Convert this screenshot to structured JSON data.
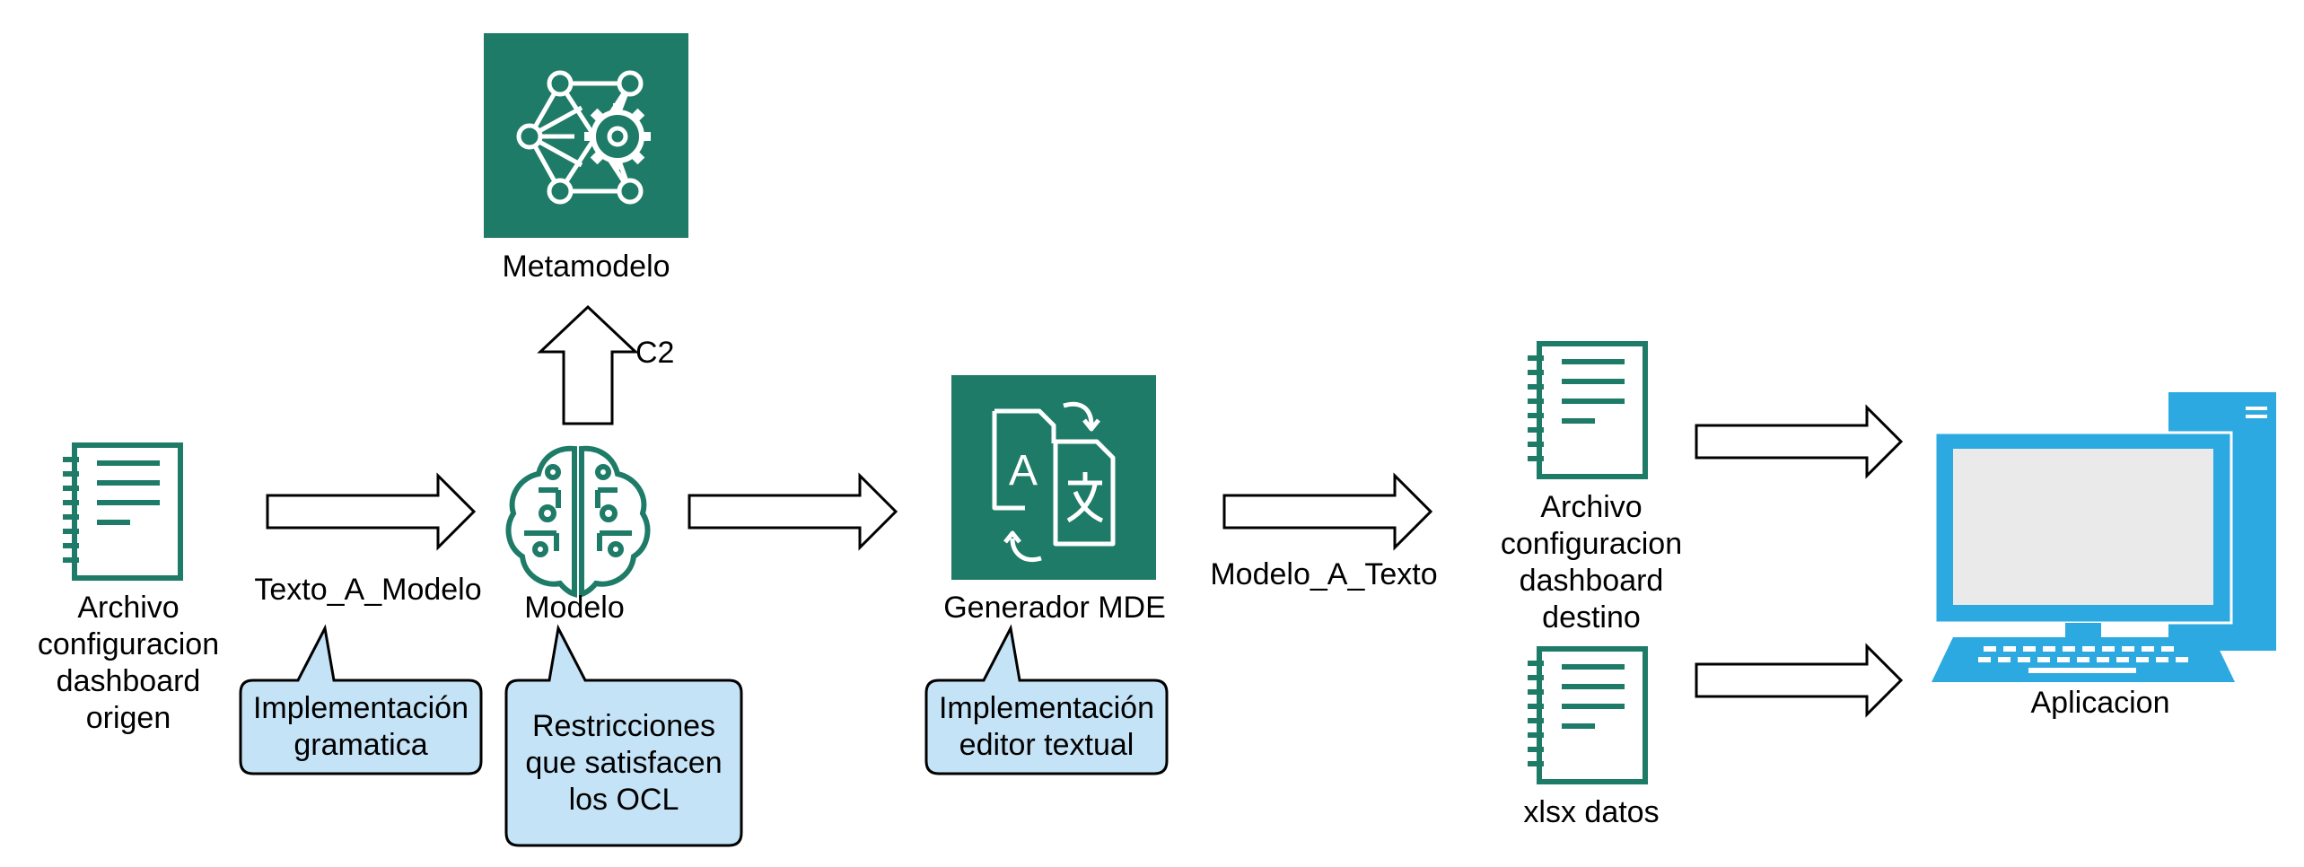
{
  "colors": {
    "icon_green": "#1e7b67",
    "callout_fill": "#c5e3f6",
    "computer_blue": "#2ba9e0"
  },
  "nodes": {
    "metamodelo": {
      "label": "Metamodelo",
      "icon": "neural-network-gear-icon"
    },
    "archivo_origen": {
      "label": "Archivo\nconfiguracion\ndashboard\norigen",
      "icon": "notebook-icon"
    },
    "modelo": {
      "label": "Modelo",
      "icon": "brain-circuit-icon"
    },
    "generador": {
      "label": "Generador MDE",
      "icon": "translate-document-icon"
    },
    "archivo_destino": {
      "label": "Archivo\nconfiguracion\ndashboard\ndestino",
      "icon": "notebook-icon"
    },
    "xlsx": {
      "label": "xlsx datos",
      "icon": "notebook-icon"
    },
    "aplicacion": {
      "label": "Aplicacion",
      "icon": "desktop-computer-icon"
    }
  },
  "edges": {
    "texto_a_modelo": "Texto_A_Modelo",
    "c2": "C2",
    "modelo_a_texto": "Modelo_A_Texto"
  },
  "callouts": {
    "gramatica": "Implementación\ngramatica",
    "restricciones": "Restricciones\nque satisfacen\nlos OCL",
    "editor": "Implementación\neditor textual"
  }
}
